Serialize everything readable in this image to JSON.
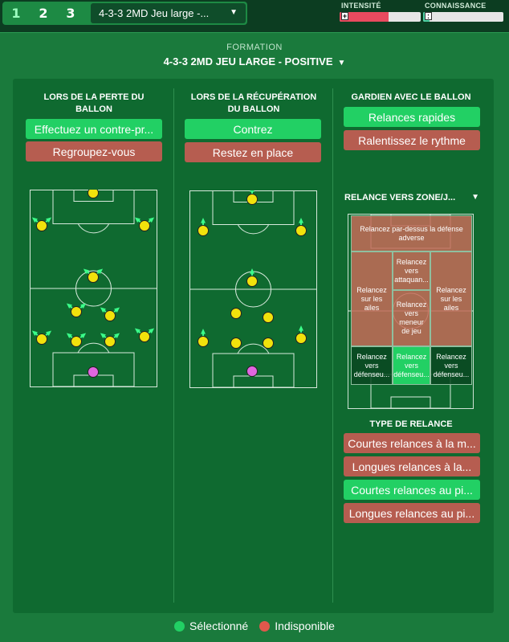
{
  "header": {
    "tabs": [
      "1",
      "2",
      "3"
    ],
    "tactic_name": "4-3-3 2MD Jeu large -...",
    "intensity_label": "INTENSITÉ",
    "knowledge_label": "CONNAISSANCE",
    "intensity_level": 0.6,
    "knowledge_level": 0.08,
    "intensity_color": "#e84a5f",
    "knowledge_color": "#4ed3a5"
  },
  "formation": {
    "label": "FORMATION",
    "name": "4-3-3 2MD JEU LARGE - POSITIVE"
  },
  "columns": {
    "loss": {
      "title_1": "LORS DE LA PERTE DU",
      "title_2": "BALLON",
      "options": [
        "Effectuez un contre-pr...",
        "Regroupez-vous"
      ]
    },
    "recovery": {
      "title_1": "LORS DE LA RÉCUPÉRATION",
      "title_2": "DU BALLON",
      "options": [
        "Contrez",
        "Restez en place"
      ]
    },
    "goalkeeper": {
      "title": "GARDIEN AVEC LE BALLON",
      "options": [
        "Relances rapides",
        "Ralentissez le rythme"
      ]
    }
  },
  "zone_section": {
    "title": "RELANCE VERS ZONE/J...",
    "zones": {
      "top": "Relancez par-dessus la défense adverse",
      "mid_top": "Relancez vers attaquan...",
      "left": "Relancez sur les ailes",
      "center": "Relancez vers meneur de jeu",
      "right": "Relancez sur les ailes",
      "bottom_left": "Relancez vers défenseu...",
      "bottom_center": "Relancez vers défenseu...",
      "bottom_right": "Relancez vers défenseu..."
    }
  },
  "distribution": {
    "title": "TYPE DE RELANCE",
    "options": [
      "Courtes relances à la m...",
      "Longues relances à la...",
      "Courtes relances au pi...",
      "Longues relances au pi..."
    ]
  },
  "legend": {
    "selected": "Sélectionné",
    "unavailable": "Indisponible",
    "selected_color": "#22d064",
    "unavailable_color": "#e0584c"
  }
}
